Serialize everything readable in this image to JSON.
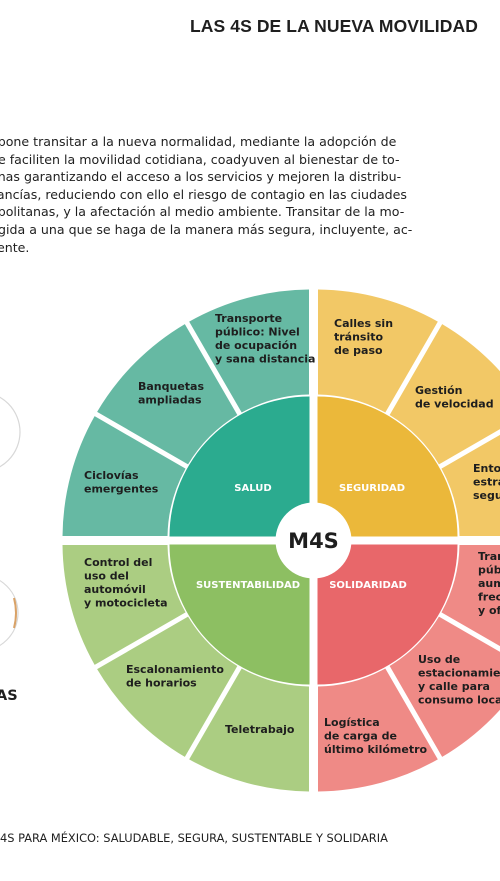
{
  "header": {
    "title": "LAS 4S DE LA NUEVA MOVILIDAD"
  },
  "intro_lines": [
    "opone transitar a la nueva normalidad, mediante la adopción de",
    "ue faciliten la movilidad cotidiana, coadyuven al bienestar de to-",
    "onas garantizando el acceso a los servicios y mejoren la distribu-",
    "cancías, reduciendo con ello el riesgo de contagio en las ciudades",
    "opolitanas, y la afectación al medio ambiente. Transitar de la mo-",
    "ngida a una que se haga de la manera más segura, incluyente, ac-",
    "liente."
  ],
  "side_label": "AS",
  "caption": "4S PARA MÉXICO: SALUDABLE, SEGURA, SUSTENTABLE Y SOLIDARIA",
  "diagram": {
    "hub_label": "M4S",
    "colors": {
      "salud_inner": "#2BAB8F",
      "salud_outer": "#66B9A3",
      "seguridad_inner": "#EBB83A",
      "seguridad_outer": "#F2C866",
      "solidaridad_inner": "#E8676A",
      "solidaridad_outer": "#EF8A86",
      "sustentabilidad_inner": "#8DBF62",
      "sustentabilidad_outer": "#ABCD82"
    },
    "quadrants": [
      {
        "key": "salud",
        "label": "SALUD",
        "actions": [
          [
            "Ciclovías",
            "emergentes"
          ],
          [
            "Banquetas",
            "ampliadas"
          ],
          [
            "Transporte",
            "público: Nivel",
            "de ocupación",
            "y sana distancia"
          ]
        ]
      },
      {
        "key": "seguridad",
        "label": "SEGURIDAD",
        "actions": [
          [
            "Calles sin",
            "tránsito",
            "de paso"
          ],
          [
            "Gestión",
            "de velocidad"
          ],
          [
            "Ento",
            "estra",
            "segu"
          ]
        ]
      },
      {
        "key": "solidaridad",
        "label": "SOLIDARIDAD",
        "actions": [
          [
            "Tran",
            "públ",
            "aum",
            "frec",
            "y ofe"
          ],
          [
            "Uso de",
            "estacionamien",
            "y calle para",
            "consumo local"
          ],
          [
            "Logística",
            "de carga de",
            "último kilómetro"
          ]
        ]
      },
      {
        "key": "sustentabilidad",
        "label": "SUSTENTABILIDAD",
        "actions": [
          [
            "Teletrabajo"
          ],
          [
            "Escalonamiento",
            "de  horarios"
          ],
          [
            "Control del",
            "uso del",
            "automóvil",
            "y motocicleta"
          ]
        ]
      }
    ]
  }
}
